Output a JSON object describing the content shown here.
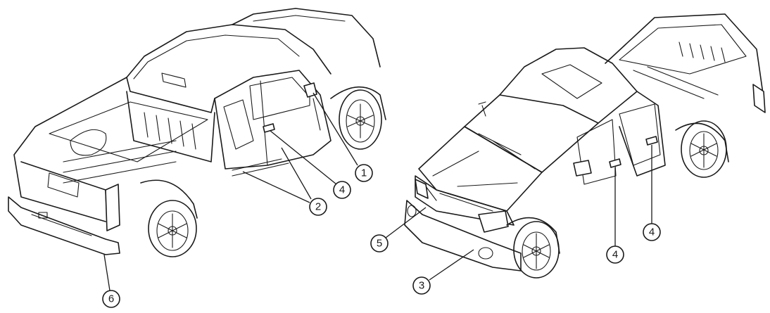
{
  "callouts": [
    {
      "id": "rear-1",
      "label": "1"
    },
    {
      "id": "rear-4",
      "label": "4"
    },
    {
      "id": "rear-2",
      "label": "2"
    },
    {
      "id": "rear-6",
      "label": "6"
    },
    {
      "id": "front-5",
      "label": "5"
    },
    {
      "id": "front-3",
      "label": "3"
    },
    {
      "id": "front-4a",
      "label": "4"
    },
    {
      "id": "front-4b",
      "label": "4"
    }
  ],
  "colors": {
    "ink": "#1a1a1a",
    "background": "#ffffff"
  }
}
